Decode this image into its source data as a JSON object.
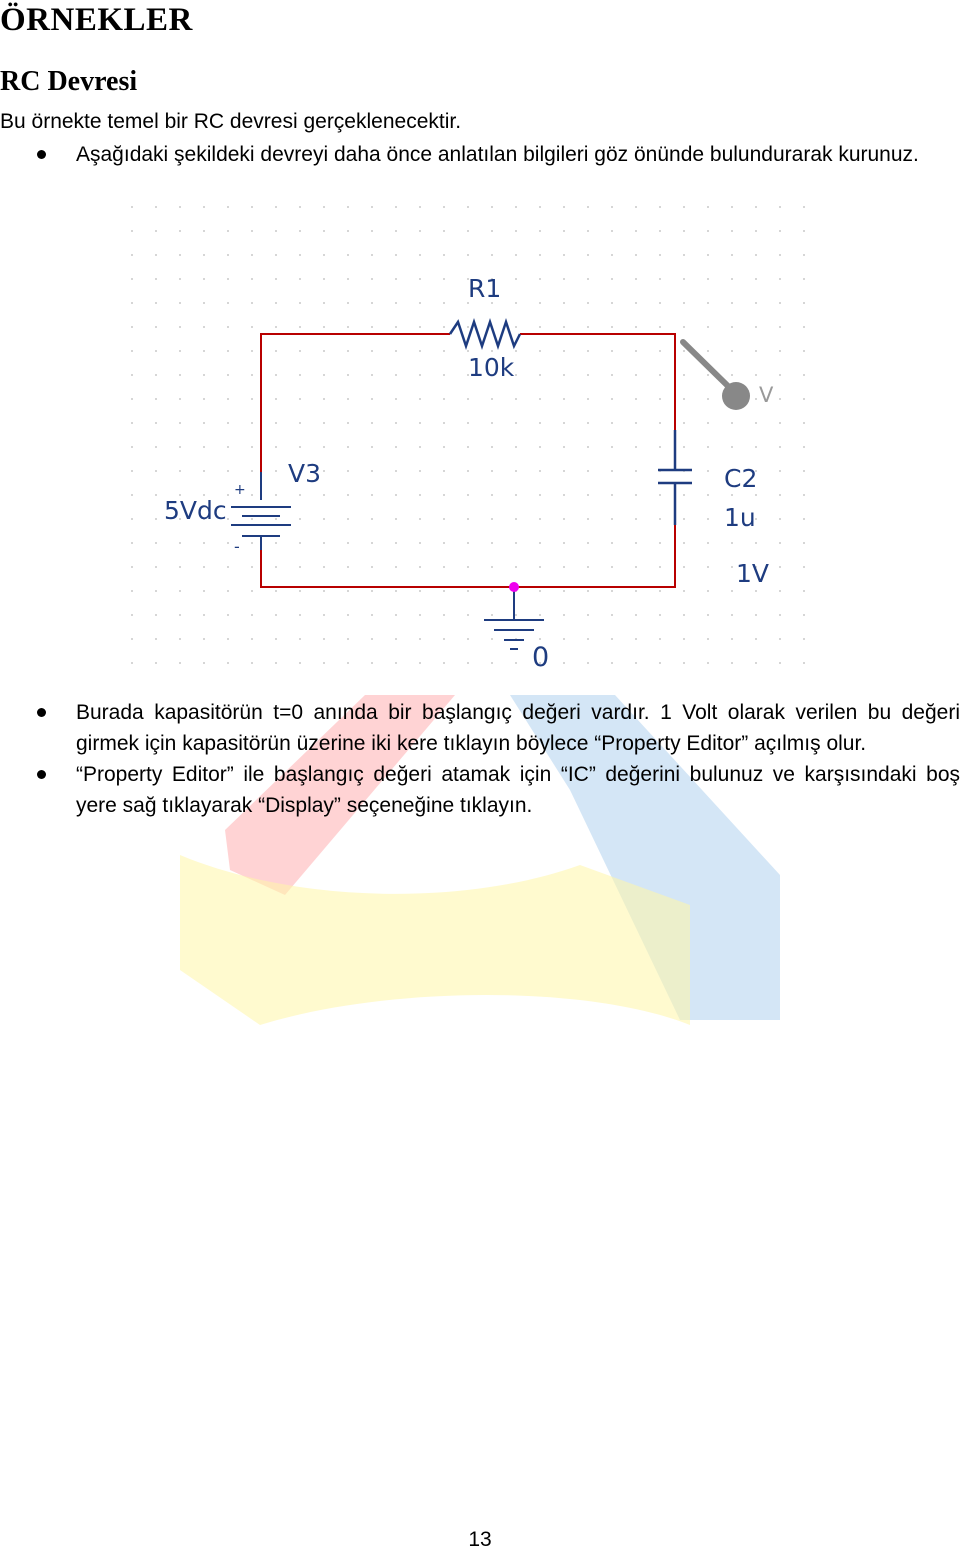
{
  "heading": "ÖRNEKLER",
  "section_title": "RC Devresi",
  "intro": "Bu örnekte temel bir RC devresi gerçeklenecektir.",
  "bullets_top": [
    "Aşağıdaki şekildeki devreyi daha önce anlatılan bilgileri göz önünde bulundurarak kurunuz."
  ],
  "schematic": {
    "resistor_name": "R1",
    "resistor_value": "10k",
    "source_name": "V3",
    "source_value": "5Vdc",
    "source_plus": "+",
    "source_minus": "-",
    "capacitor_name": "C2",
    "capacitor_value": "1u",
    "initial_condition": "1V",
    "probe_label": "V",
    "ground_label": "0",
    "wire_color": "#b80000",
    "junction_color": "#ee00ee",
    "part_color": "#1e3c80",
    "probe_color": "#888888"
  },
  "bullets_bottom": [
    "Burada kapasitörün t=0 anında bir başlangıç değeri vardır. 1 Volt olarak verilen bu değeri girmek için kapasitörün üzerine iki kere tıklayın böylece “Property Editor” açılmış olur.",
    "“Property Editor” ile başlangıç değeri atamak için “IC” değerini bulunuz ve karşısındaki boş yere sağ tıklayarak “Display” seçeneğine tıklayın."
  ],
  "page_number": "13"
}
